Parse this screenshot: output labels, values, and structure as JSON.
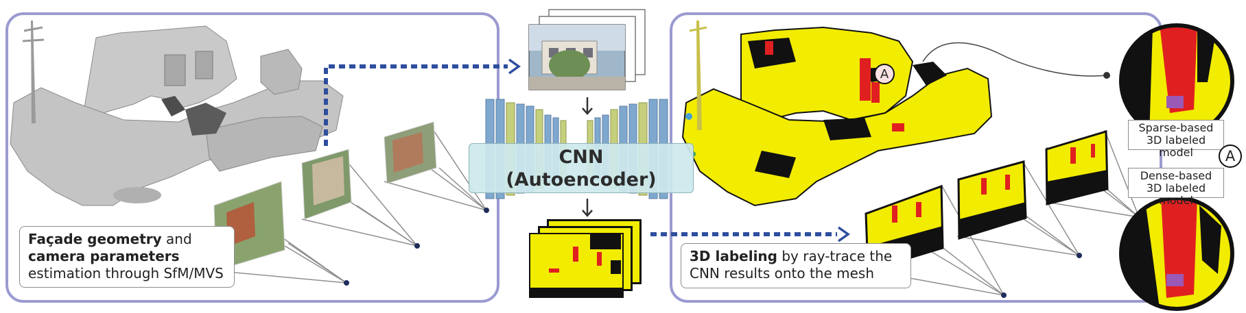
{
  "left_panel": {
    "caption": {
      "b1": "Façade geometry",
      "t1": " and ",
      "b2": "camera parameters",
      "t2": " estimation through SfM/MVS"
    }
  },
  "center": {
    "cnn_title": "CNN",
    "cnn_subtitle": "(Autoencoder)"
  },
  "right_panel": {
    "caption": {
      "b1": "3D labeling",
      "t1": " by ray-trace the CNN results onto the mesh"
    },
    "marker_label": "A"
  },
  "side": {
    "sparse_label": "Sparse-based 3D labeled model",
    "dense_label": "Dense-based 3D labeled model",
    "marker_label": "A"
  },
  "colors": {
    "panel_border": "#9b9bd1",
    "arrow": "#2e4e9e",
    "label_yellow": "#f2ec00",
    "label_red": "#e02020",
    "label_black": "#111111",
    "mesh_gray": "#bdbdbd"
  }
}
